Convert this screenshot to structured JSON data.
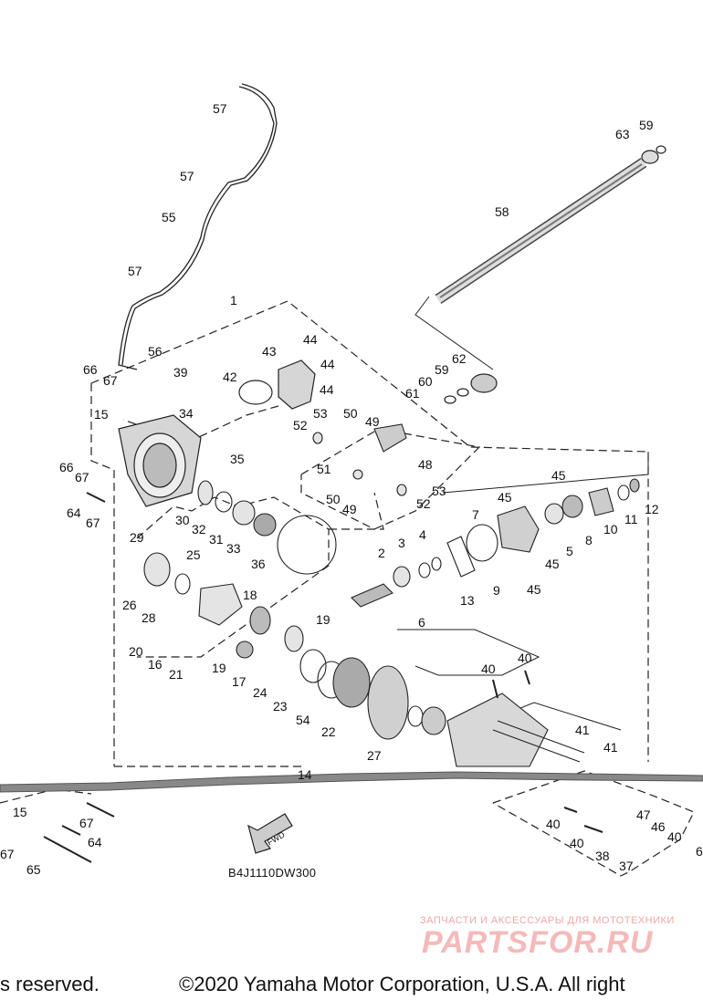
{
  "diagram": {
    "code": "B4J1110DW300",
    "fwd_label": "FWD",
    "watermark_small": "ЗАПЧАСТИ И АКСЕССУАРЫ ДЛЯ МОТОТЕХНИКИ",
    "watermark_brand": "PARTSFOR.RU",
    "copyright_left": "s reserved.",
    "copyright_right": "©2020 Yamaha Motor Corporation, U.S.A. All right",
    "callouts": [
      "57",
      "57",
      "55",
      "57",
      "56",
      "63",
      "59",
      "58",
      "1",
      "44",
      "43",
      "44",
      "44",
      "42",
      "39",
      "66",
      "67",
      "62",
      "59",
      "60",
      "61",
      "15",
      "34",
      "53",
      "50",
      "49",
      "52",
      "66",
      "67",
      "35",
      "48",
      "51",
      "53",
      "64",
      "67",
      "45",
      "45",
      "7",
      "12",
      "11",
      "10",
      "8",
      "5",
      "50",
      "49",
      "52",
      "30",
      "32",
      "31",
      "33",
      "29",
      "2",
      "3",
      "4",
      "36",
      "13",
      "9",
      "45",
      "26",
      "25",
      "28",
      "18",
      "20",
      "16",
      "19",
      "6",
      "45",
      "21",
      "19",
      "17",
      "24",
      "23",
      "54",
      "22",
      "40",
      "40",
      "27",
      "41",
      "41",
      "14",
      "15",
      "67",
      "67",
      "64",
      "65",
      "40",
      "47",
      "46",
      "40",
      "40",
      "38",
      "37",
      "6"
    ]
  }
}
